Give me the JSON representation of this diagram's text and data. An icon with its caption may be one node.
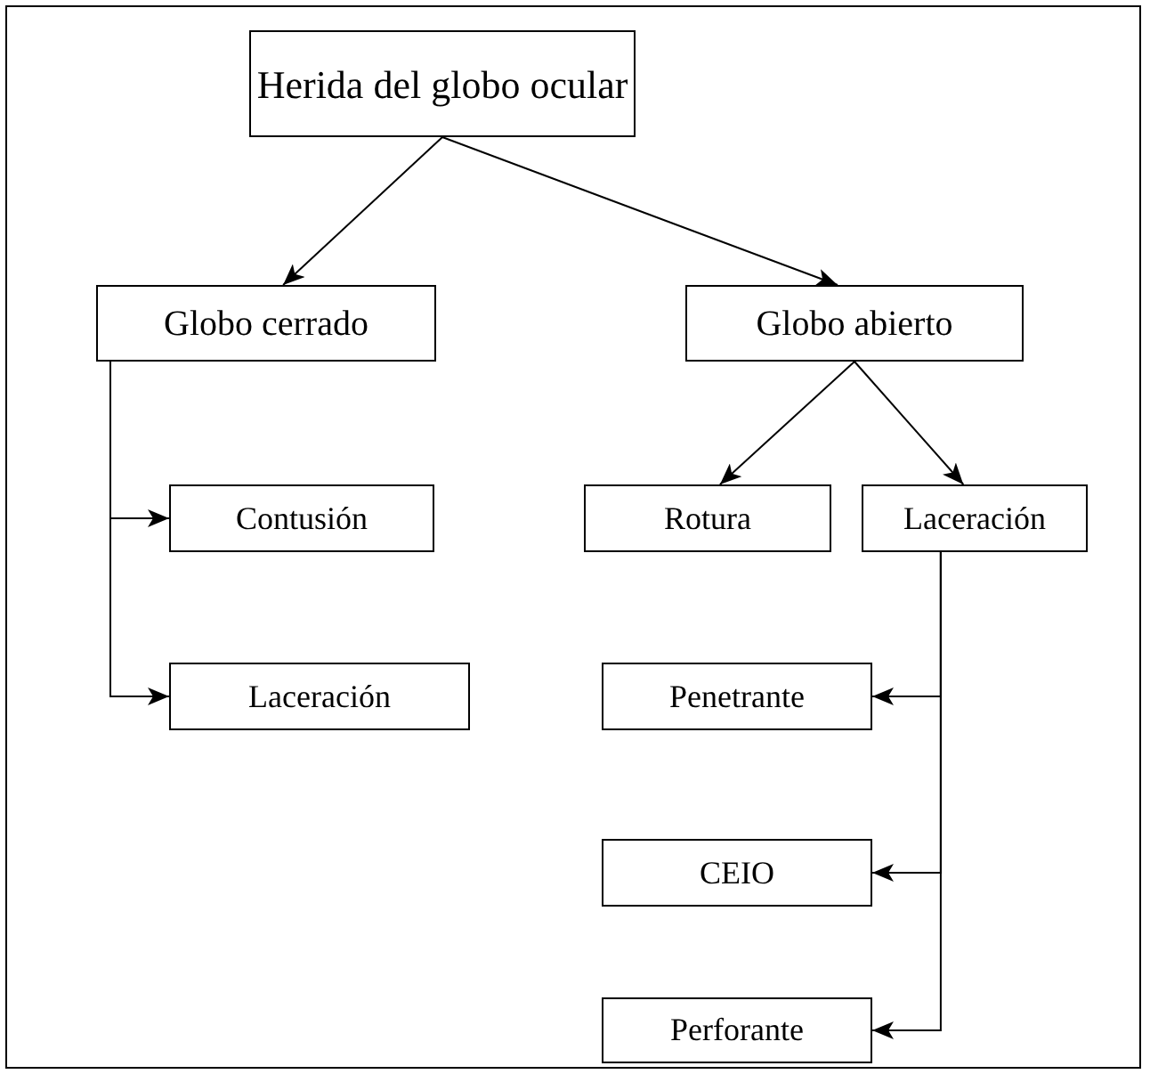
{
  "diagram": {
    "nodes": [
      {
        "text": [
          "Herida del globo ocular"
        ]
      },
      {
        "text": [
          "Globo cerrado"
        ]
      },
      {
        "text": [
          "Globo abierto"
        ]
      },
      {
        "text": [
          "Contusión"
        ]
      },
      {
        "text": [
          "Laceración"
        ]
      },
      {
        "text": [
          "Rotura"
        ]
      },
      {
        "text": [
          "Laceración"
        ]
      },
      {
        "text": [
          "Penetrante"
        ]
      },
      {
        "text": [
          "CEIO"
        ]
      },
      {
        "text": [
          "Perforante"
        ]
      }
    ],
    "edges": [
      {
        "from": 0,
        "to": 1,
        "arrow": "to"
      },
      {
        "from": 0,
        "to": 2,
        "arrow": "to"
      },
      {
        "from": 1,
        "to": 3,
        "arrow": "to"
      },
      {
        "from": 1,
        "to": 4,
        "arrow": "to"
      },
      {
        "from": 2,
        "to": 5,
        "arrow": "to"
      },
      {
        "from": 2,
        "to": 6,
        "arrow": "to"
      },
      {
        "from": 6,
        "to": 7,
        "arrow": "to"
      },
      {
        "from": 6,
        "to": 8,
        "arrow": "to"
      },
      {
        "from": 6,
        "to": 9,
        "arrow": "to"
      }
    ]
  }
}
